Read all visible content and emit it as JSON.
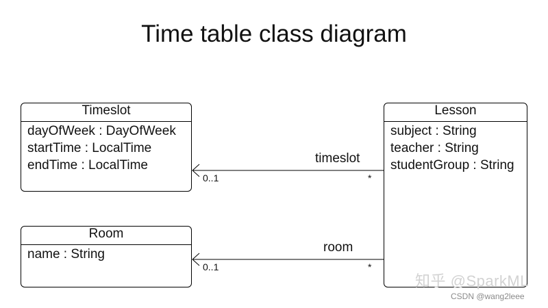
{
  "title": "Time table class diagram",
  "classes": {
    "timeslot": {
      "name": "Timeslot",
      "attributes": [
        "dayOfWeek : DayOfWeek",
        "startTime : LocalTime",
        "endTime : LocalTime"
      ]
    },
    "room": {
      "name": "Room",
      "attributes": [
        "name : String"
      ]
    },
    "lesson": {
      "name": "Lesson",
      "attributes": [
        "subject : String",
        "teacher : String",
        "studentGroup : String"
      ]
    }
  },
  "associations": {
    "timeslot": {
      "label": "timeslot",
      "source_multiplicity": "*",
      "target_multiplicity": "0..1"
    },
    "room": {
      "label": "room",
      "source_multiplicity": "*",
      "target_multiplicity": "0..1"
    }
  },
  "watermark": {
    "main": "知乎 @SparkML",
    "sub": "CSDN @wang2leee"
  }
}
